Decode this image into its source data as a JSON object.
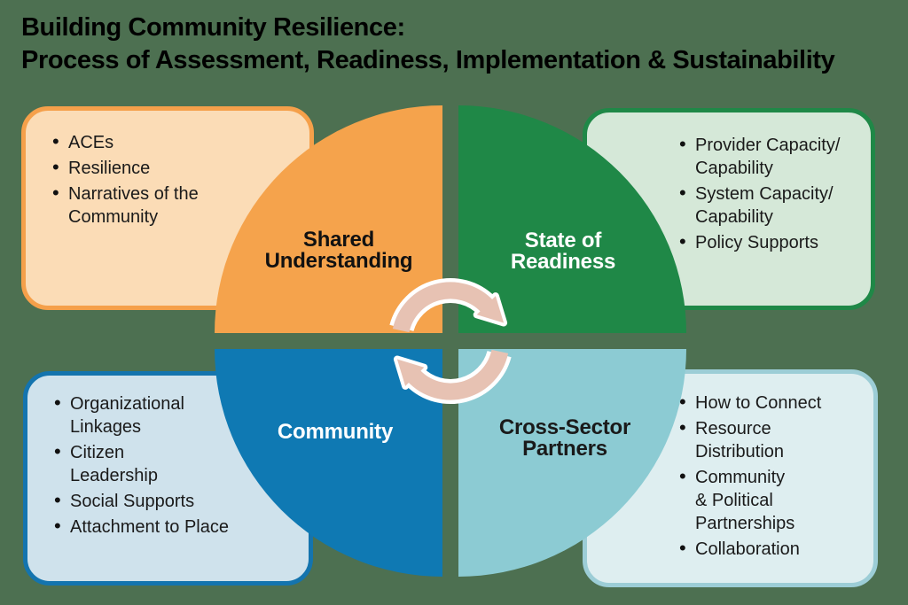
{
  "title": {
    "text": "Building Community Resilience:\nProcess of Assessment, Readiness, Implementation & Sustainability"
  },
  "background_color": "#4D7051",
  "quadrants": {
    "shared": {
      "label": "Shared\nUnderstanding",
      "color": "#F5A34C",
      "label_color": "#111111",
      "box_fill": "#FBDCB6",
      "box_border": "#F5A04A",
      "items": [
        "ACEs",
        "Resilience",
        "Narratives of the\nCommunity"
      ]
    },
    "readiness": {
      "label": "State of\nReadiness",
      "color": "#1F8847",
      "label_color": "#FFFFFF",
      "box_fill": "#D5E8D8",
      "box_border": "#1F8847",
      "items": [
        "Provider Capacity/\nCapability",
        "System Capacity/\nCapability",
        "Policy Supports"
      ]
    },
    "community": {
      "label": "Community",
      "color": "#0F79B3",
      "label_color": "#FFFFFF",
      "box_fill": "#CFE2EC",
      "box_border": "#1474AE",
      "items": [
        "Organizational\nLinkages",
        "Citizen\nLeadership",
        "Social Supports",
        "Attachment to Place"
      ]
    },
    "partners": {
      "label": "Cross-Sector\nPartners",
      "color": "#8CCBD3",
      "label_color": "#1A1A1A",
      "box_fill": "#DEEEF0",
      "box_border": "#9CCDD6",
      "items": [
        "How to Connect",
        "Resource\nDistribution",
        "Community\n& Political\nPartnerships",
        "Collaboration"
      ]
    }
  },
  "arrows": {
    "fill": "#E7C2B3",
    "outline": "#FFFFFF"
  }
}
